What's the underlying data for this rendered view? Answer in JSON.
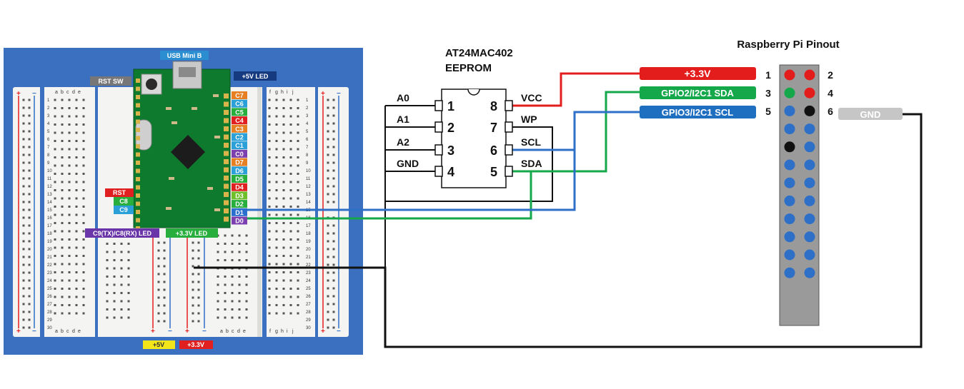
{
  "eeprom": {
    "title_line1": "AT24MAC402",
    "title_line2": "EEPROM",
    "left_pins": [
      {
        "num": "1",
        "label": "A0"
      },
      {
        "num": "2",
        "label": "A1"
      },
      {
        "num": "3",
        "label": "A2"
      },
      {
        "num": "4",
        "label": "GND"
      }
    ],
    "right_pins": [
      {
        "num": "8",
        "label": "VCC"
      },
      {
        "num": "7",
        "label": "WP"
      },
      {
        "num": "6",
        "label": "SCL"
      },
      {
        "num": "5",
        "label": "SDA"
      }
    ]
  },
  "rpi": {
    "title": "Raspberry Pi Pinout",
    "pin_numbers_left": [
      "1",
      "3",
      "5"
    ],
    "pin_numbers_right": [
      "2",
      "4",
      "6"
    ],
    "labels": {
      "p1": "+3.3V",
      "p3": "GPIO2/I2C1 SDA",
      "p5": "GPIO3/I2C1 SCL",
      "p6": "GND"
    },
    "header_pin_colors": [
      [
        "red",
        "red"
      ],
      [
        "green",
        "red"
      ],
      [
        "blue",
        "black"
      ],
      [
        "blue",
        "blue"
      ],
      [
        "black",
        "blue"
      ],
      [
        "blue",
        "blue"
      ],
      [
        "blue",
        "blue"
      ],
      [
        "blue",
        "blue"
      ],
      [
        "blue",
        "blue"
      ],
      [
        "blue",
        "blue"
      ],
      [
        "blue",
        "blue"
      ],
      [
        "blue",
        "blue"
      ]
    ]
  },
  "board": {
    "labels": {
      "usb": "USB Mini B",
      "rst_sw": "RST SW",
      "led5v": "+5V LED",
      "rst": "RST",
      "c8": "C8",
      "c9": "C9",
      "txrx_led": "C9(TX)/C8(RX) LED",
      "led33": "+3.3V LED",
      "supply5v": "+5V",
      "supply33": "+3.3V"
    },
    "port_pins": [
      {
        "label": "C7",
        "color": "#e67e22"
      },
      {
        "label": "C6",
        "color": "#2a9fd8"
      },
      {
        "label": "C5",
        "color": "#27ae3c"
      },
      {
        "label": "C4",
        "color": "#e02020"
      },
      {
        "label": "C3",
        "color": "#e67e22"
      },
      {
        "label": "C2",
        "color": "#2a9fd8"
      },
      {
        "label": "C1",
        "color": "#2a9fd8"
      },
      {
        "label": "C0",
        "color": "#7b3fb0"
      },
      {
        "label": "D7",
        "color": "#e67e22"
      },
      {
        "label": "D6",
        "color": "#2a9fd8"
      },
      {
        "label": "D5",
        "color": "#27ae3c"
      },
      {
        "label": "D4",
        "color": "#e02020"
      },
      {
        "label": "D3",
        "color": "#6fbf2a"
      },
      {
        "label": "D2",
        "color": "#27ae3c"
      },
      {
        "label": "D1",
        "color": "#2a6fd0"
      },
      {
        "label": "D0",
        "color": "#7b3fb0"
      }
    ],
    "column_letters_left": [
      "a",
      "b",
      "c",
      "d",
      "e"
    ],
    "column_letters_right": [
      "f",
      "g",
      "h",
      "i",
      "j"
    ],
    "row_count": 30
  },
  "colors": {
    "red": "#e31c1c",
    "green": "#14a84a",
    "blue": "#2e6fc8",
    "black": "#111111",
    "gray_gnd": "#c6c6c6",
    "board_bg": "#3469b8",
    "pcb": "#0d7a2e"
  }
}
